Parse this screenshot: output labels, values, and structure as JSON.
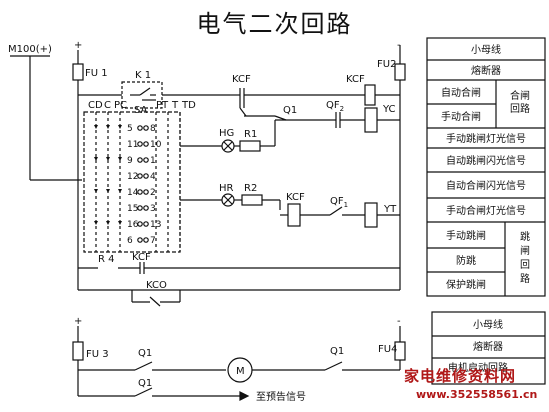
{
  "title": "电气二次回路",
  "labels": {
    "m100": "M100(+)",
    "plus": "+",
    "minus": "-",
    "fu1": "FU 1",
    "fu2": "FU2",
    "fu3": "FU 3",
    "fu4": "FU4",
    "k1": "K 1",
    "kcf": "KCF",
    "kco": "KCO",
    "q1": "Q1",
    "qf2": "QF",
    "qf2_sub": "2",
    "qf1": "QF",
    "qf1_sub": "1",
    "yc": "YC",
    "yt": "YT",
    "hg": "HG",
    "hr": "HR",
    "r1": "R1",
    "r2": "R2",
    "r4": "R 4",
    "m": "M",
    "cd": "CD",
    "c": "C",
    "pc": "PC",
    "sa": "SA",
    "pt": "PT",
    "t": "T",
    "td": "TD",
    "to_signal": "至预告信号"
  },
  "switch_numbers_left": [
    "5",
    "11",
    "9",
    "12",
    "14",
    "15",
    "16",
    "6"
  ],
  "switch_numbers_right": [
    "8",
    "10",
    "1",
    "4",
    "2",
    "3",
    "13",
    "7"
  ],
  "table1": {
    "bus": "小母线",
    "fuse": "熔断器",
    "auto_close": "自动合闸",
    "manual_close": "手动合闸",
    "close_circuit": "合闸回路",
    "manual_trip_light": "手动跳闸灯光信号",
    "auto_trip_flash": "自动跳闸闪光信号",
    "auto_close_flash": "自动合闸闪光信号",
    "manual_close_light": "手动合闸灯光信号",
    "manual_trip": "手动跳闸",
    "anti_pump": "防跳",
    "protect_trip": "保护跳闸",
    "trip_circuit": "跳闸回路"
  },
  "table2": {
    "bus": "小母线",
    "fuse": "熔断器",
    "motor_start": "电机启动回路"
  },
  "watermark": {
    "name": "家电维修资料网",
    "url": "www.352558561.cn"
  }
}
